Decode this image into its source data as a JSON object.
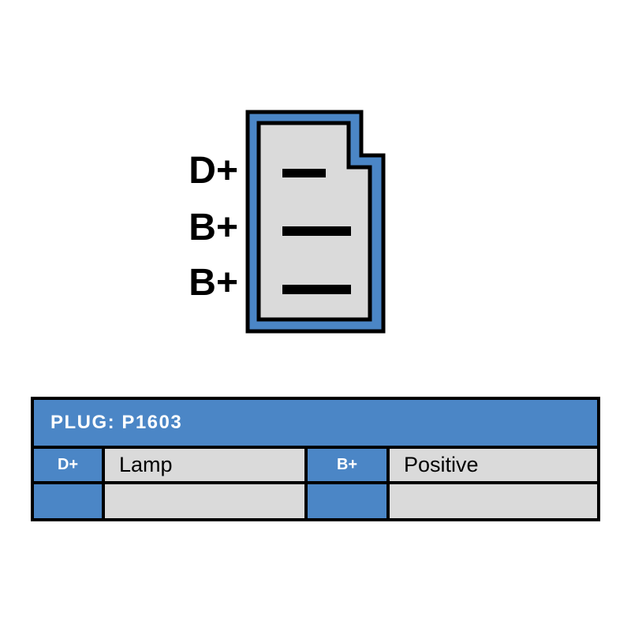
{
  "colors": {
    "accent_blue": "#4B86C6",
    "body_gray": "#DADADA",
    "outline_black": "#000000",
    "text_light": "#FFFFFF",
    "text_dark": "#000000"
  },
  "connector": {
    "pin_labels": [
      "D+",
      "B+",
      "B+"
    ],
    "terminal_count": 3
  },
  "plug_table": {
    "title": "PLUG: P1603",
    "rows": [
      {
        "pin1": "D+",
        "desc1": "Lamp",
        "pin2": "B+",
        "desc2": "Positive"
      },
      {
        "pin1": "",
        "desc1": "",
        "pin2": "",
        "desc2": ""
      }
    ]
  }
}
